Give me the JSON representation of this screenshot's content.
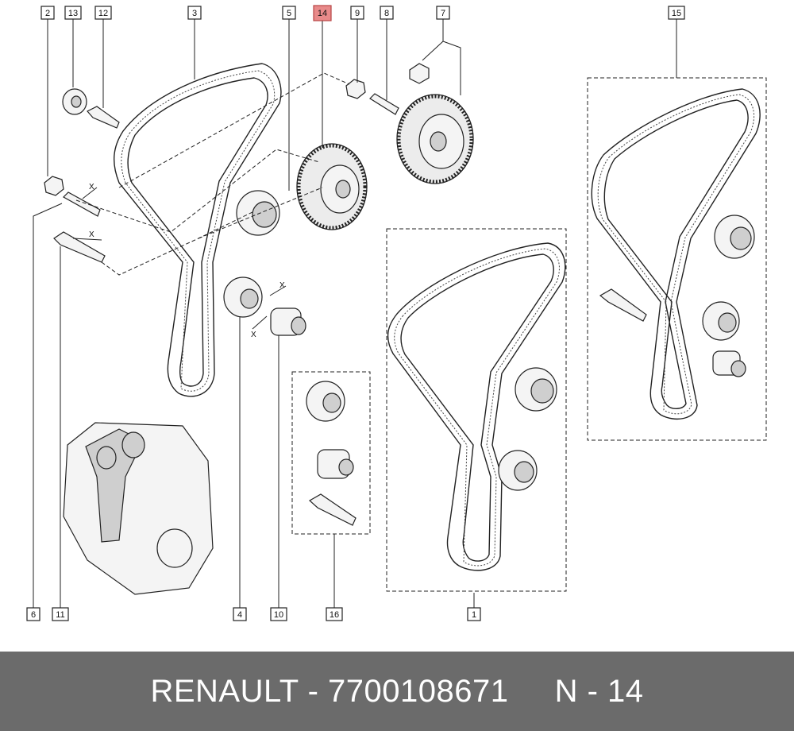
{
  "diagram": {
    "callouts": [
      "2",
      "13",
      "12",
      "3",
      "5",
      "14",
      "9",
      "8",
      "7",
      "15",
      "6",
      "11",
      "4",
      "10",
      "16",
      "1"
    ],
    "highlighted_callout": "14",
    "highlight_color": "#e88a8a",
    "dimension_label": "X"
  },
  "footer": {
    "brand": "RENAULT",
    "separator": " - ",
    "part_number": "7700108671",
    "position_label": "N - 14",
    "background_color": "#6b6b6b"
  }
}
